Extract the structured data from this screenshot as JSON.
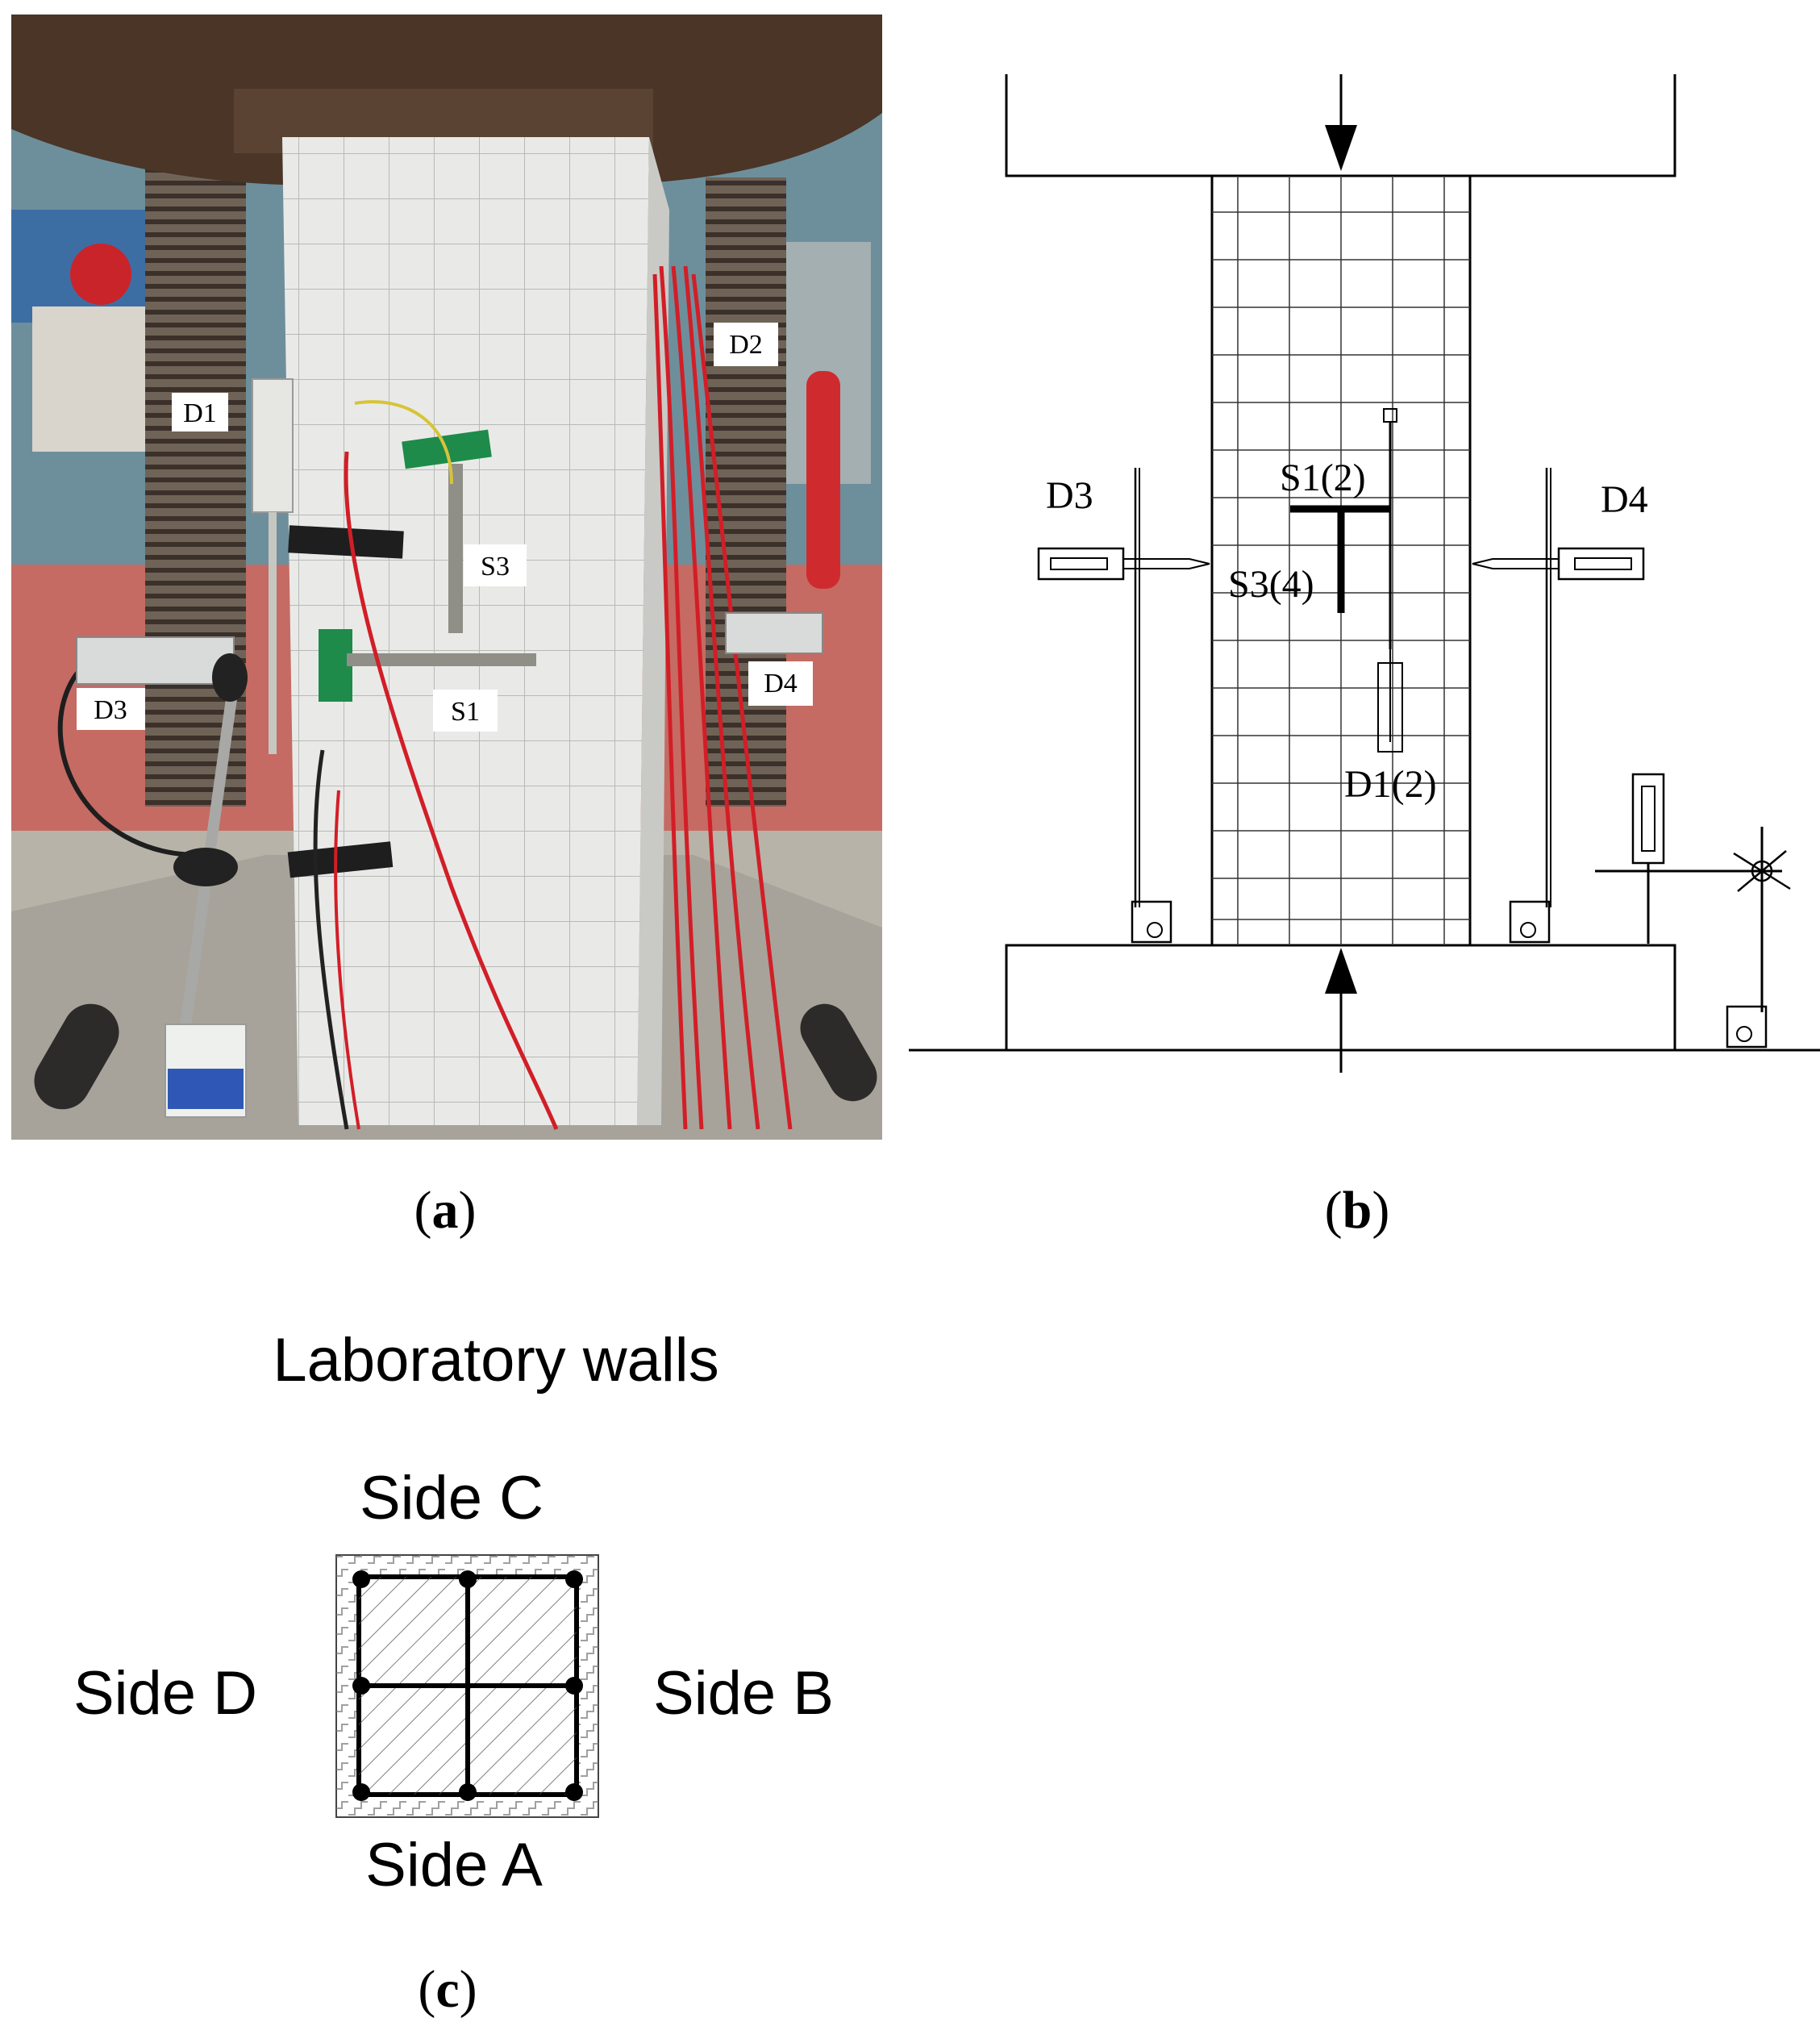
{
  "panel_a": {
    "caption_letter": "a",
    "labels": {
      "d1": "D1",
      "d2": "D2",
      "d3": "D3",
      "d4": "D4",
      "s1": "S1",
      "s3": "S3"
    }
  },
  "panel_b": {
    "caption_letter": "b",
    "labels": {
      "d3": "D3",
      "d4": "D4",
      "s1": "S1(2)",
      "s3": "S3(4)",
      "d1": "D1(2)"
    }
  },
  "panel_c": {
    "caption_letter": "c",
    "title": "Laboratory walls",
    "sides": {
      "top": "Side C",
      "left": "Side D",
      "right": "Side B",
      "bottom": "Side A"
    }
  },
  "colors": {
    "steel_frame": "#4a3526",
    "column_concrete": "#e9eae8",
    "floor": "#b8b3a8",
    "backdrop_red": "#c56b63",
    "wire_red": "#d21e27",
    "tape_green": "#1e8b4a",
    "tape_black": "#1e1e1e"
  }
}
